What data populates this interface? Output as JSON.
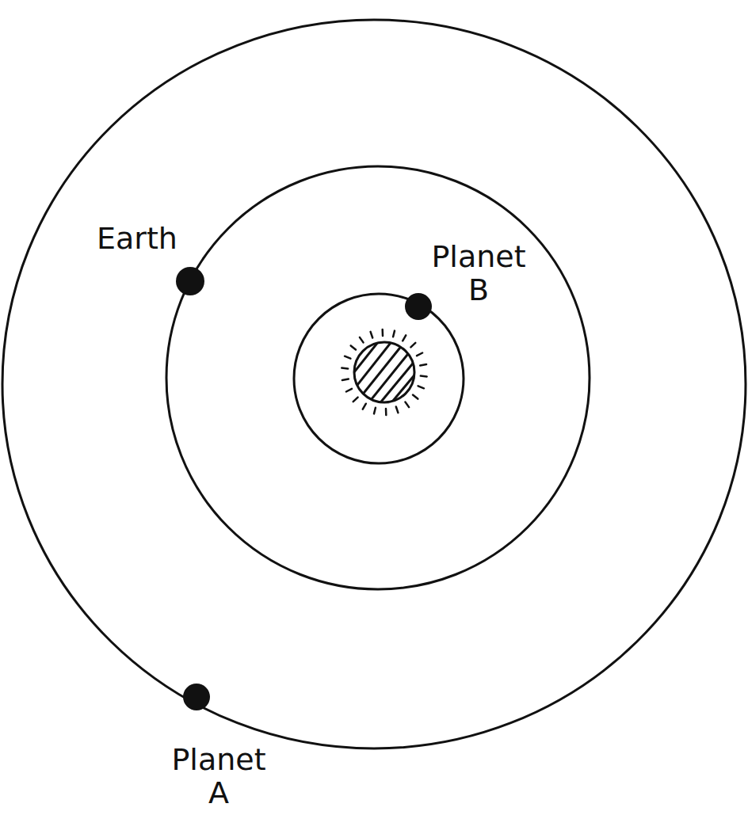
{
  "diagram": {
    "labels": [
      "Earth",
      "Planet B",
      "Planet A"
    ]
  }
}
